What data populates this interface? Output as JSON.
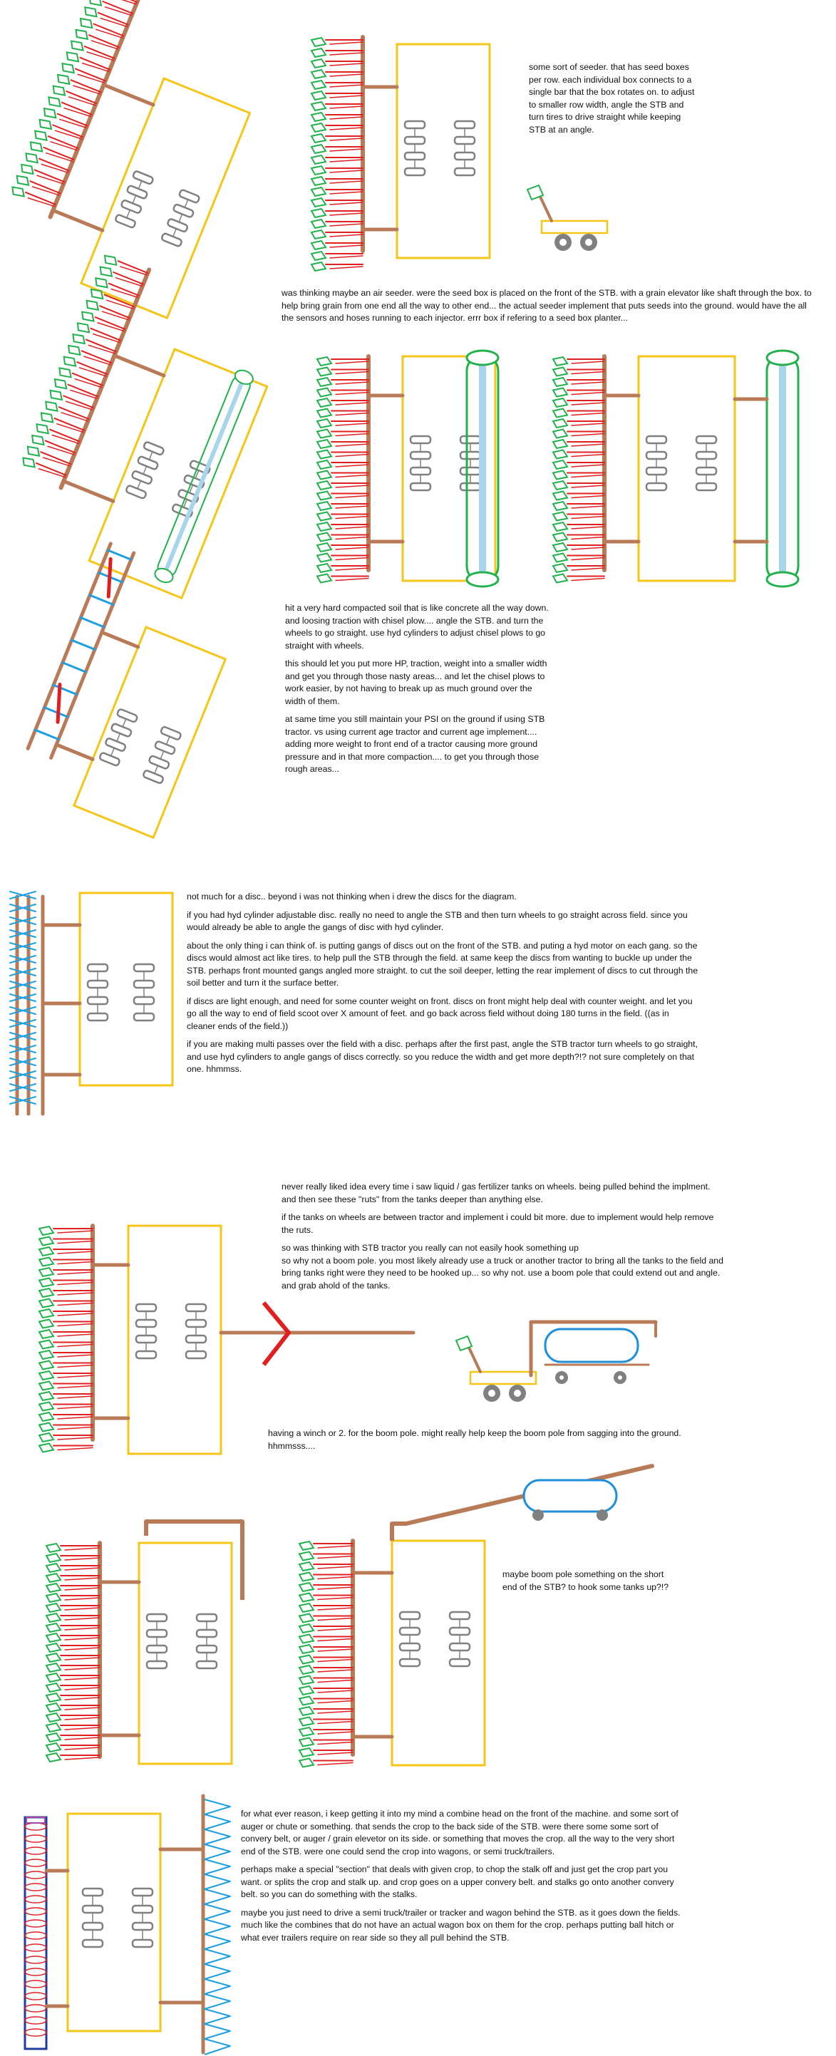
{
  "colors": {
    "frame": "#f5c518",
    "wood": "#b97a57",
    "seedbox": "#22b14c",
    "row_line": "#e02020",
    "tire": "#808080",
    "tank": "#1e8fd8",
    "pipe": "#a8d4ec",
    "chisel_blue": "#1e9fe0",
    "chisel_red": "#e02020",
    "navy": "#203c9c",
    "purple": "#a349a4"
  },
  "icons": [
    "seed-box-icon",
    "tire-icon",
    "tractor-icon",
    "tank-icon",
    "disc-icon",
    "auger-icon"
  ],
  "notes": {
    "n1": [
      "some sort of seeder. that has seed boxes per row.   each individual box connects to a single bar that the box rotates on. to adjust to smaller row width, angle the STB and turn tires to drive straight while keeping STB at an angle."
    ],
    "n2": [
      "was thinking maybe an air seeder.   were the seed box is placed on the front of the STB. with a grain elevator like shaft through the box. to help bring grain from one end all the way to other end...   the actual seeder implement that puts seeds into the ground. would have the all the sensors and hoses running to each injector. errr box if refering to a seed box planter..."
    ],
    "n3": [
      "hit a very hard compacted soil that is like concrete all the way down. and loosing traction with chisel plow....  angle the STB. and turn the wheels to go straight. use hyd cylinders to adjust chisel plows to go straight with wheels.",
      "this should let you put more HP, traction, weight into a smaller width and get you through those nasty areas... and let the chisel plows to work easier, by not having to break up as much ground over the width of them.",
      "at same time you still maintain your PSI on the ground if using STB tractor. vs using current age tractor and current age implement.... adding more weight to front end of a tractor causing more ground pressure and in that more compaction.... to get you through those rough areas..."
    ],
    "n4": [
      "not much for a disc.. beyond i was not thinking when i drew the discs for the diagram.",
      "if you had hyd cylinder adjustable disc. really no need to angle the STB and then turn wheels to go straight across field.  since you would already be able to angle the gangs of disc with hyd cylinder.",
      "about the only thing i can think of.  is putting gangs of discs out on the front of the STB.  and puting a hyd motor on each gang.  so the discs would almost act like tires. to help pull the STB through the field. at same keep the discs from wanting to buckle up under the STB.   perhaps front mounted gangs angled more straight. to cut the soil deeper, letting the rear implement of discs to cut through the soil better and turn it the surface better.",
      "if discs are light enough, and need for some counter weight on front. discs on front might help deal with counter weight.  and let you go all the way to end of field scoot over X amount of feet. and go back across field without doing 180 turns in the field. ((as in cleaner ends of the field.))",
      "if you are making multi passes over the field with a disc. perhaps after the first past, angle the STB tractor turn wheels to go straight, and use hyd cylinders to angle gangs of discs correctly.  so you reduce the width and get more depth?!?  not sure completely on that one. hhmmss."
    ],
    "n5": [
      "never really liked idea every time i saw liquid / gas fertilizer tanks on wheels. being pulled behind the implment.  and then see these \"ruts\" from the tanks deeper than anything else.",
      "if the tanks on wheels are between tractor and implement i could bit more.  due to implement would help remove the ruts.",
      "so was thinking with STB tractor you really can not easily hook something up\nso why not a boom pole.   you most likely already use a truck or another tractor to bring all the tanks to the field and bring tanks right were they need to be hooked up...   so why not. use a boom pole that could extend out and angle. and grab ahold of the tanks."
    ],
    "n6": [
      "having a winch or 2. for the boom pole.  might really help keep the boom pole from sagging into the ground.   hhmmsss...."
    ],
    "n7": [
      "maybe boom pole something on the short end of the STB? to hook some tanks up?!?"
    ],
    "n8": [
      "for what ever reason, i keep getting it into my mind a combine head on the front of the machine. and some sort of auger or chute or something. that sends the crop to the back side of the STB. were there some some sort of convery belt, or auger / grain elevetor on its side.  or something that moves the crop. all the way to the very short end of the STB. were one could send the crop into wagons, or semi truck/trailers.",
      "perhaps make a special \"section\" that deals with given crop, to chop the stalk off and just get the crop part you want.   or splits the crop and stalk up.  and crop goes on a upper convery belt. and stalks go onto another convery belt.  so you can do something with the stalks.",
      "maybe you just need to drive a semi truck/trailer or tracker and wagon behind the STB. as it goes down the fields.  much like the combines that do not have an actual wagon box on them for the crop.     perhaps putting ball hitch or what ever trailers require on rear side so they all pull behind the STB."
    ]
  }
}
